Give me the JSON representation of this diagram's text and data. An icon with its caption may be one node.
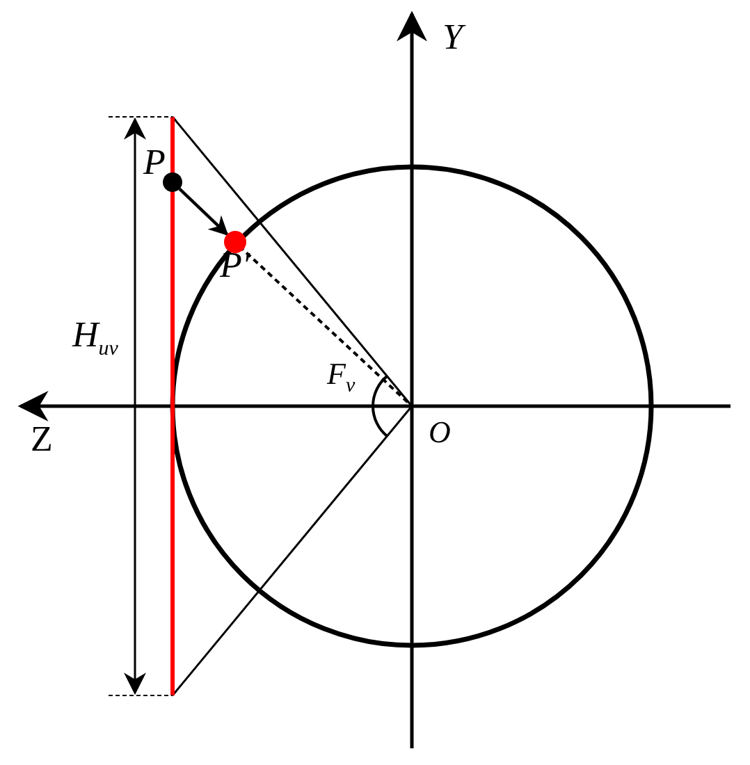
{
  "diagram": {
    "nodes": [
      {
        "text": [
          "P"
        ]
      },
      {
        "text": [
          "P′"
        ]
      }
    ],
    "edges": [
      {
        "from": 0,
        "to": 1,
        "arrow": "to"
      }
    ],
    "labels": [
      "Y",
      "H$_{uv}$",
      "F$_{v}$",
      "Z",
      "O"
    ]
  }
}
